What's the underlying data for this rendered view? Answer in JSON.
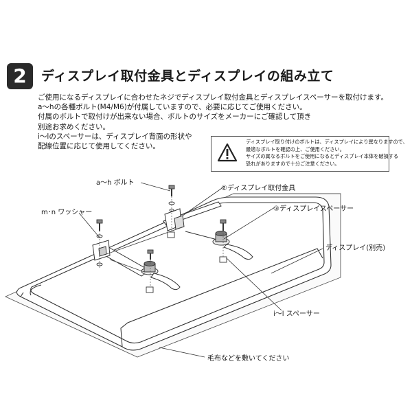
{
  "step": {
    "number": "2",
    "title": "ディスプレイ取付金具とディスプレイの組み立て"
  },
  "intro": {
    "lines": [
      "ご使用になるディスプレイに合わせたネジでディスプレイ取付金具とディスプレイスペーサーを取付けます。",
      "a〜hの各種ボルト(M4/M6)が付属していますので、必要に応じてご使用ください。",
      "付属のボルトで取付けが出来ない場合、ボルトのサイズをメーカーにご確認して頂き",
      "別途お求めください。",
      "i〜lのスペーサーは、ディスプレイ背面の形状や",
      "配線位置に応じて使用してください。"
    ]
  },
  "warning": {
    "icon": "warning-triangle-icon",
    "lines": [
      "ディスプレイ取り付けのボルトは、ディスプレイにより異なりますので、",
      "最適なボルトを確認の上、ご使用ください。",
      "サイズの異なるボルトをご使用になるとディスプレイ本体を破損する",
      "恐れがありますので十分ご注意ください。"
    ]
  },
  "labels": {
    "bolts": "a〜h ボルト",
    "washer": "m･n ワッシャー",
    "bracket": "②ディスプレイ取付金具",
    "spacer_item": "③ディスプレイスペーサー",
    "display": "ディスプレイ(別売)",
    "spacers": "i〜l スペーサー",
    "cloth": "毛布などを敷いてください"
  }
}
